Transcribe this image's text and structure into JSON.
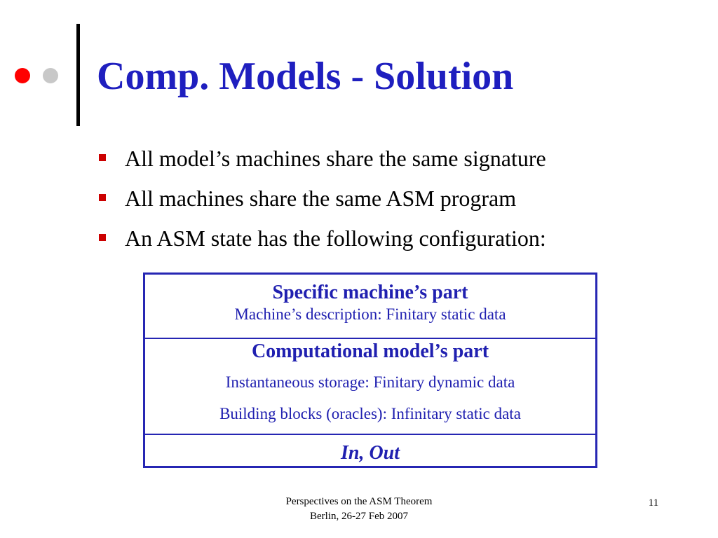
{
  "slide": {
    "title": "Comp. Models - Solution",
    "bullets": [
      "All model’s machines share the same signature",
      "All machines share the same ASM program",
      "An ASM state has the following configuration:"
    ]
  },
  "config_table": {
    "sections": [
      {
        "heading": "Specific machine’s part",
        "lines": [
          "Machine’s description: Finitary static data"
        ]
      },
      {
        "heading": "Computational model’s part",
        "lines": [
          "Instantaneous storage: Finitary dynamic data",
          "Building blocks (oracles): Infinitary static data"
        ]
      },
      {
        "heading": "In, Out",
        "lines": []
      }
    ]
  },
  "footer": {
    "line1": "Perspectives on the ASM Theorem",
    "line2": "Berlin, 26-27 Feb 2007",
    "page_number": "11"
  },
  "colors": {
    "title": "#1f1fbf",
    "table_text": "#2020b0",
    "table_border": "#2626b3",
    "accent_dot": "#ff0000",
    "secondary_dot": "#c8c8c8",
    "bullet": "#cc0000"
  },
  "icons": {
    "decoration_primary": "red-dot-icon",
    "decoration_secondary": "gray-dot-icon",
    "bullet_marker": "square-bullet-icon"
  }
}
